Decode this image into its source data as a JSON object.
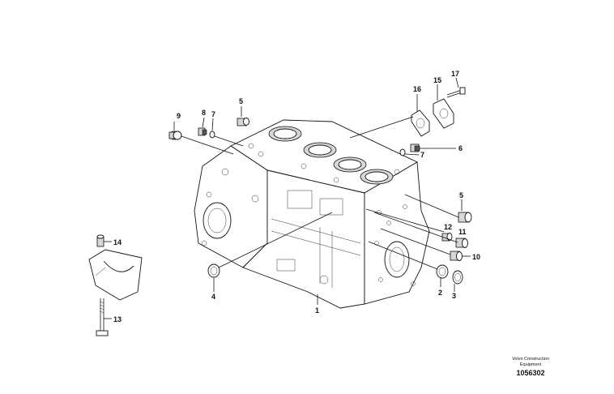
{
  "callouts": {
    "c1": "1",
    "c2": "2",
    "c3": "3",
    "c4": "4",
    "c5a": "5",
    "c5b": "5",
    "c6": "6",
    "c7a": "7",
    "c7b": "7",
    "c8": "8",
    "c9": "9",
    "c10": "10",
    "c11": "11",
    "c12": "12",
    "c13": "13",
    "c14": "14",
    "c15": "15",
    "c16": "16",
    "c17": "17"
  },
  "footer": {
    "brand_line1": "Volvo Construction",
    "brand_line2": "Equipment",
    "drawing_number": "1056302"
  }
}
